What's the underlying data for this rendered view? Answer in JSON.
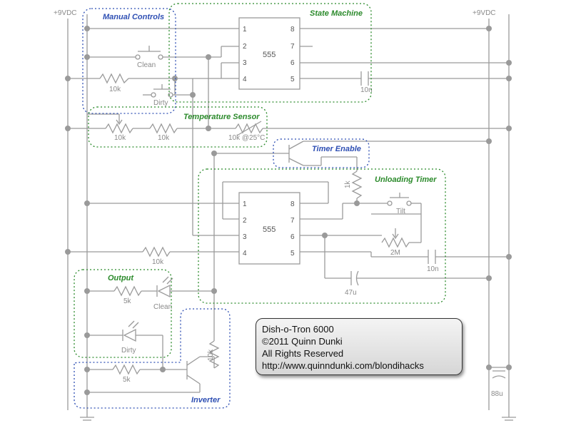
{
  "rails": {
    "left_supply": "+9VDC",
    "right_supply": "+9VDC"
  },
  "groups": {
    "manual_controls": "Manual Controls",
    "state_machine": "State Machine",
    "temperature_sensor": "Temperature Sensor",
    "timer_enable": "Timer Enable",
    "unloading_timer": "Unloading Timer",
    "output": "Output",
    "inverter": "Inverter"
  },
  "chips": {
    "u1": {
      "name": "555",
      "pins": [
        "1",
        "2",
        "3",
        "4",
        "8",
        "7",
        "6",
        "5"
      ]
    },
    "u2": {
      "name": "555",
      "pins": [
        "1",
        "2",
        "3",
        "4",
        "8",
        "7",
        "6",
        "5"
      ]
    }
  },
  "components": {
    "sw_clean": "Clean",
    "sw_dirty": "Dirty",
    "r_10k_manual": "10k",
    "c_state": "10n",
    "r_temp_a": "10k",
    "r_temp_b": "10k",
    "thermistor": "10k @25°C",
    "r_1k": "1k",
    "sw_tilt": "Tilt",
    "pot_2m": "2M",
    "r_10k_timer": "10k",
    "c_timer": "10n",
    "c_47u": "47u",
    "r_5k_clean": "5k",
    "led_clean": "Clean",
    "led_dirty": "Dirty",
    "r_5k_inverter": "5k",
    "r_10k_inverter": "10k",
    "c_88u": "88u"
  },
  "credits": {
    "title": "Dish-o-Tron 6000",
    "copyright": "©2011 Quinn Dunki",
    "rights": "All Rights Reserved",
    "url": "http://www.quinndunki.com/blondihacks"
  },
  "colors": {
    "wire": "#9a9a9a",
    "blue_group": "#2e4fb3",
    "green_group": "#2b8a2b",
    "credit_border": "#333333"
  }
}
